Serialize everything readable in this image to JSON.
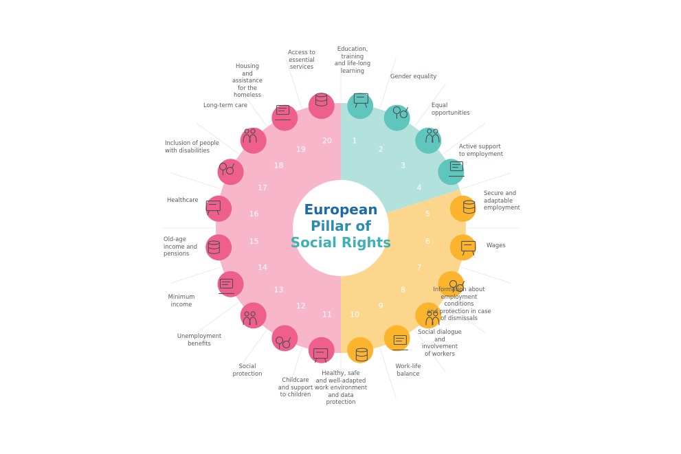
{
  "title": {
    "lines": [
      "European",
      "Pillar of",
      "Social Rights"
    ]
  },
  "colors": {
    "teal": "#5ec6bd",
    "teal_light": "#b3e1dc",
    "orange": "#fbb42c",
    "orange_light": "#fdd68e",
    "pink": "#ee5f8b",
    "pink_light": "#f7b6c9",
    "title_blue": "#1c6aa8",
    "title_teal": "#3fb1b5",
    "icon_stroke": "#4a4f55",
    "text": "#555a60"
  },
  "icon_names": [
    "teaching-board-icon",
    "gender-symbols-icon",
    "wheelchair-people-icon",
    "presentation-group-icon",
    "workers-helmet-icon",
    "coins-growth-icon",
    "info-shield-icon",
    "handshake-icon",
    "work-life-balance-icon",
    "safety-worker-icon",
    "mother-child-icon",
    "protection-people-icon",
    "umbrella-family-icon",
    "coins-hand-icon",
    "pension-document-icon",
    "medical-kit-icon",
    "disability-desk-icon",
    "elderly-care-icon",
    "house-bed-icon",
    "hand-check-icon"
  ],
  "principles": [
    {
      "number": "1",
      "label": "Education,\ntraining\nand life-long\nlearning"
    },
    {
      "number": "2",
      "label": "Gender equality"
    },
    {
      "number": "3",
      "label": "Equal\nopportunities"
    },
    {
      "number": "4",
      "label": "Active support\nto employment"
    },
    {
      "number": "5",
      "label": "Secure and\nadaptable\nemployment"
    },
    {
      "number": "6",
      "label": "Wages"
    },
    {
      "number": "7",
      "label": "Information about\nemployment conditions\nand protection in case\nof dismissals"
    },
    {
      "number": "8",
      "label": "Social dialogue\nand involvement\nof workers"
    },
    {
      "number": "9",
      "label": "Work-life\nbalance"
    },
    {
      "number": "10",
      "label": "Healthy, safe\nand well-adapted\nwork environment\nand data\nprotection"
    },
    {
      "number": "11",
      "label": "Childcare\nand support\nto children"
    },
    {
      "number": "12",
      "label": "Social\nprotection"
    },
    {
      "number": "13",
      "label": "Unemployment\nbenefits"
    },
    {
      "number": "14",
      "label": "Minimum\nincome"
    },
    {
      "number": "15",
      "label": "Old-age\nincome and\npensions"
    },
    {
      "number": "16",
      "label": "Healthcare"
    },
    {
      "number": "17",
      "label": "Inclusion of people\nwith disabilities"
    },
    {
      "number": "18",
      "label": "Long-term care"
    },
    {
      "number": "19",
      "label": "Housing and\nassistance\nfor the\nhomeless"
    },
    {
      "number": "20",
      "label": "Access to\nessential\nservices"
    }
  ]
}
